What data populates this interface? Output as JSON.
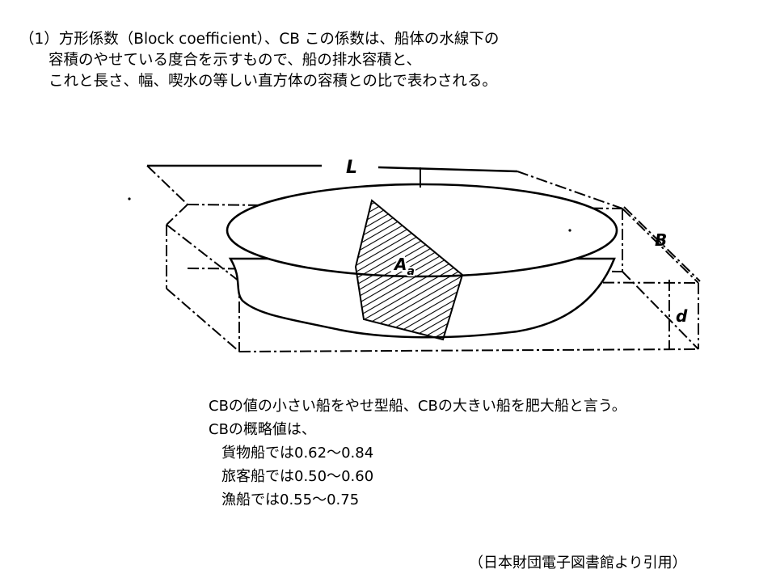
{
  "intro": {
    "line1": "（1）方形係数（Block coefficient）、CB この係数は、船体の水線下の",
    "line2": "容積のやせている度合を示すもので、船の排水容積と、",
    "line3": "これと長さ、幅、喫水の等しい直方体の容積との比で表わされる。"
  },
  "diagram": {
    "label_length": "L",
    "label_breadth": "B",
    "label_draft": "d",
    "label_section": "A",
    "label_section_sub": "a"
  },
  "notes": {
    "line1": "CBの値の小さい船をやせ型船、CBの大きい船を肥大船と言う。",
    "line2": "CBの概略値は、",
    "items": [
      "貨物船では0.62～0.84",
      "旅客船では0.50～0.60",
      "漁船では0.55～0.75"
    ]
  },
  "source": "（日本財団電子図書館より引用）"
}
